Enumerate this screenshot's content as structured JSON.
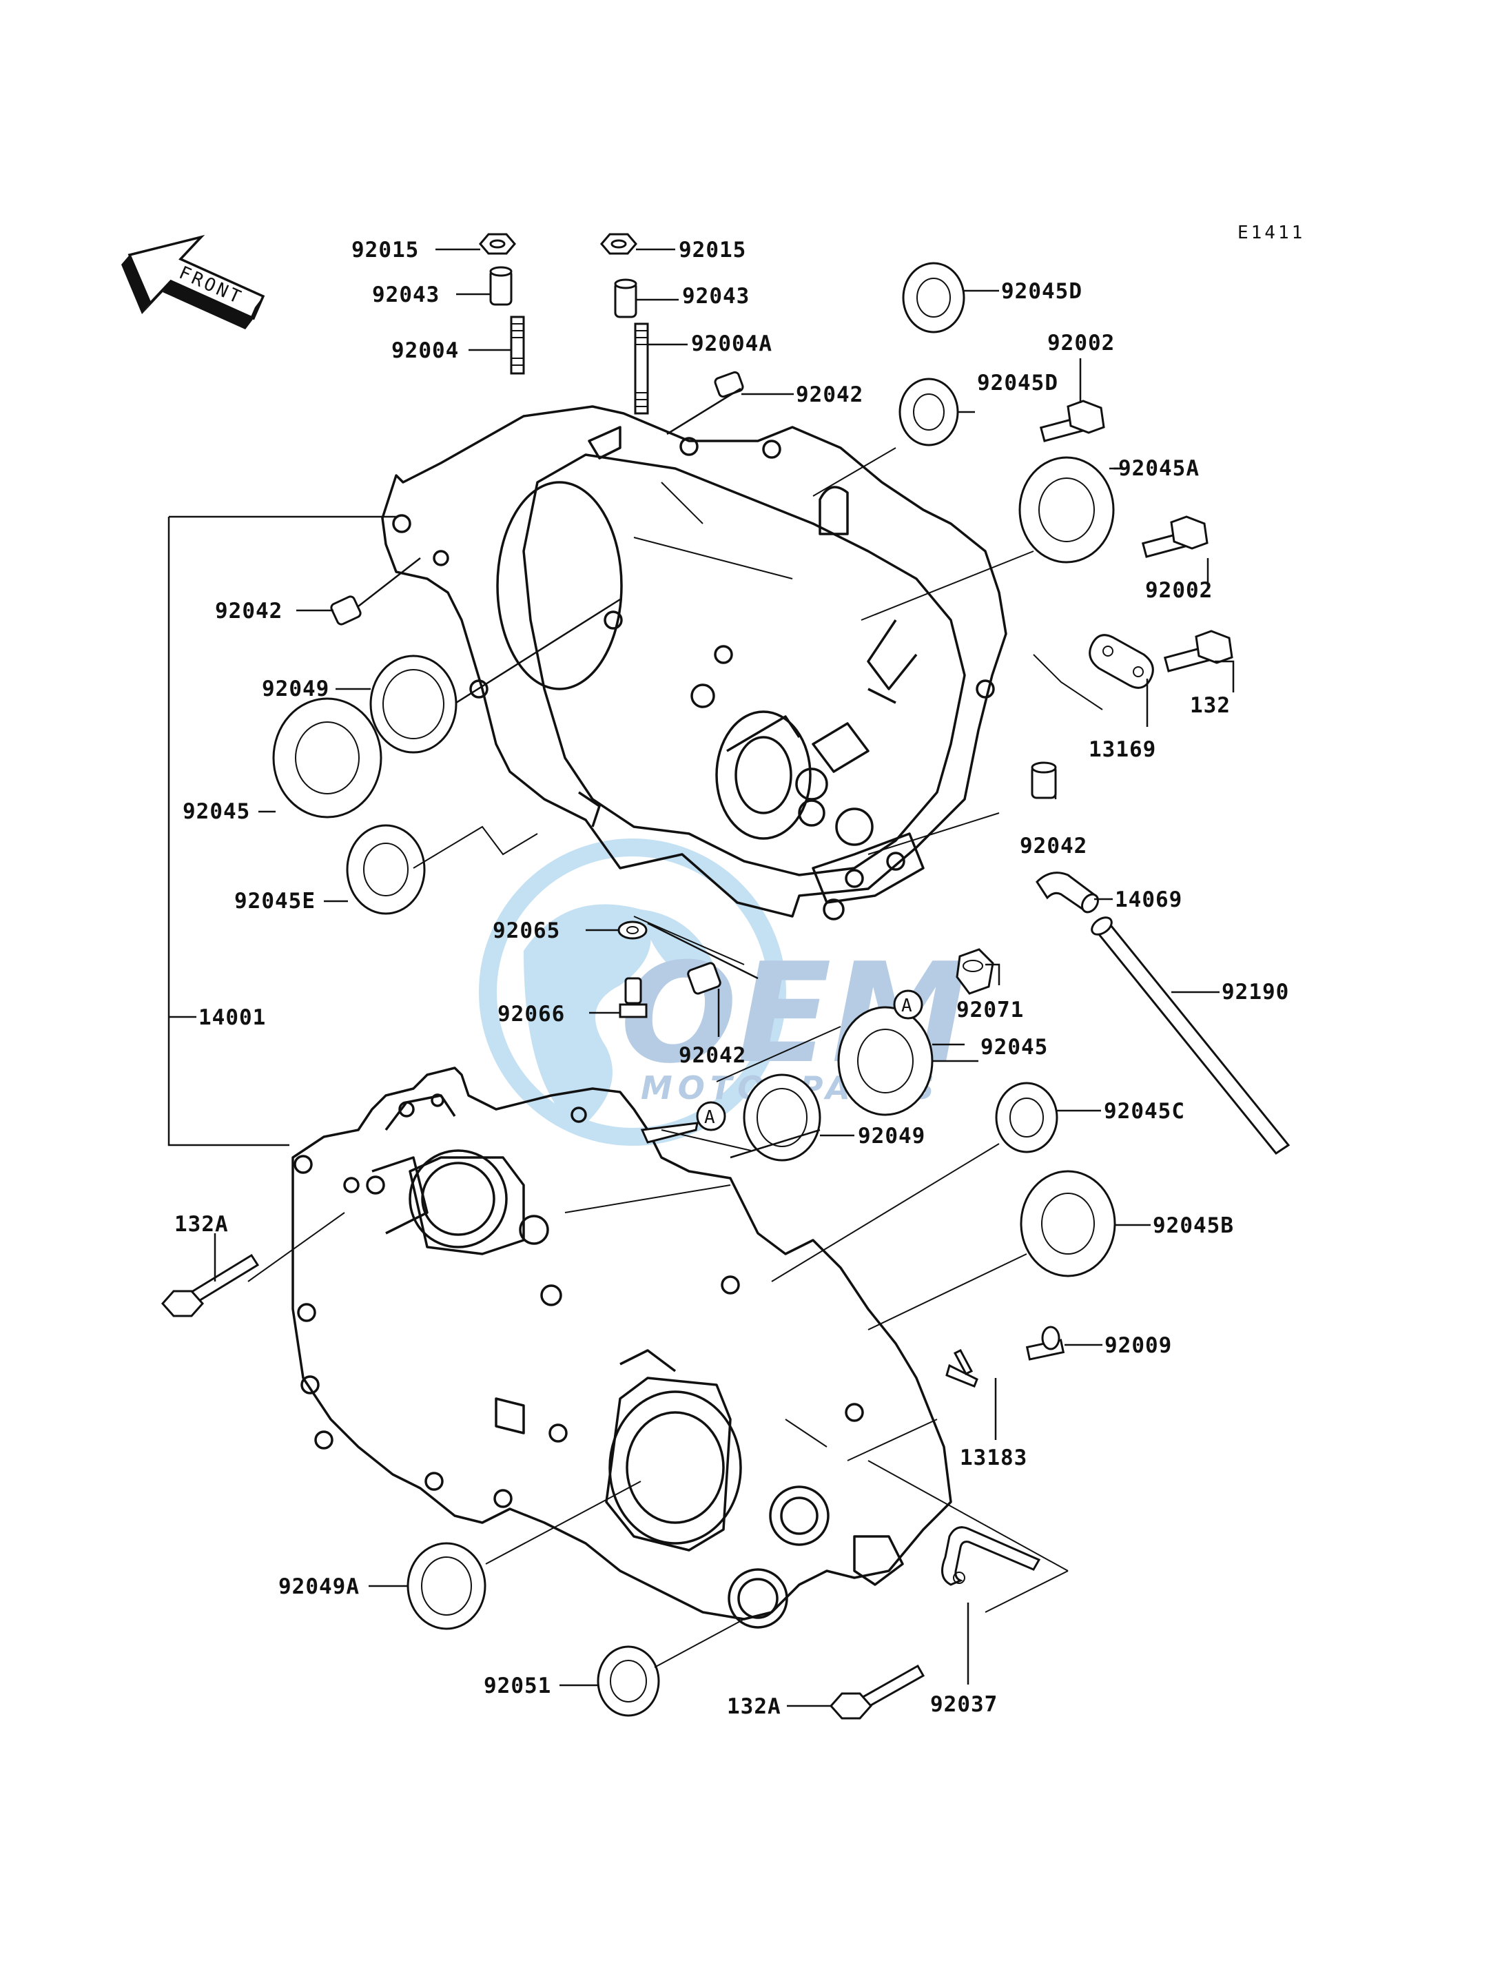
{
  "diagram": {
    "code": "E1411",
    "front_label": "FRONT",
    "ref_marker": "A",
    "watermark": {
      "brand": "OEM",
      "sub": "MOTORPARTS",
      "colors": {
        "globe": "#5aa9de",
        "text": "#2f6fb3"
      }
    },
    "labels": {
      "l92015a": "92015",
      "l92015b": "92015",
      "l92043a": "92043",
      "l92043b": "92043",
      "l92004": "92004",
      "l92004A": "92004A",
      "l92042a": "92042",
      "l92045Da": "92045D",
      "l92002a": "92002",
      "l92045Db": "92045D",
      "l92045A": "92045A",
      "l92002b": "92002",
      "l132": "132",
      "l13169": "13169",
      "l92042b": "92042",
      "l92049a": "92049",
      "l92045a": "92045",
      "l92045E": "92045E",
      "l92042c": "92042",
      "l14069": "14069",
      "l92065": "92065",
      "l92071": "92071",
      "l92190": "92190",
      "l92066": "92066",
      "l92042d": "92042",
      "l92045b": "92045",
      "l14001": "14001",
      "l92049b": "92049",
      "l92045C": "92045C",
      "l92045B": "92045B",
      "l132Aa": "132A",
      "l92009": "92009",
      "l13183": "13183",
      "l92049A": "92049A",
      "l92051": "92051",
      "l132Ab": "132A",
      "l92037": "92037"
    }
  }
}
